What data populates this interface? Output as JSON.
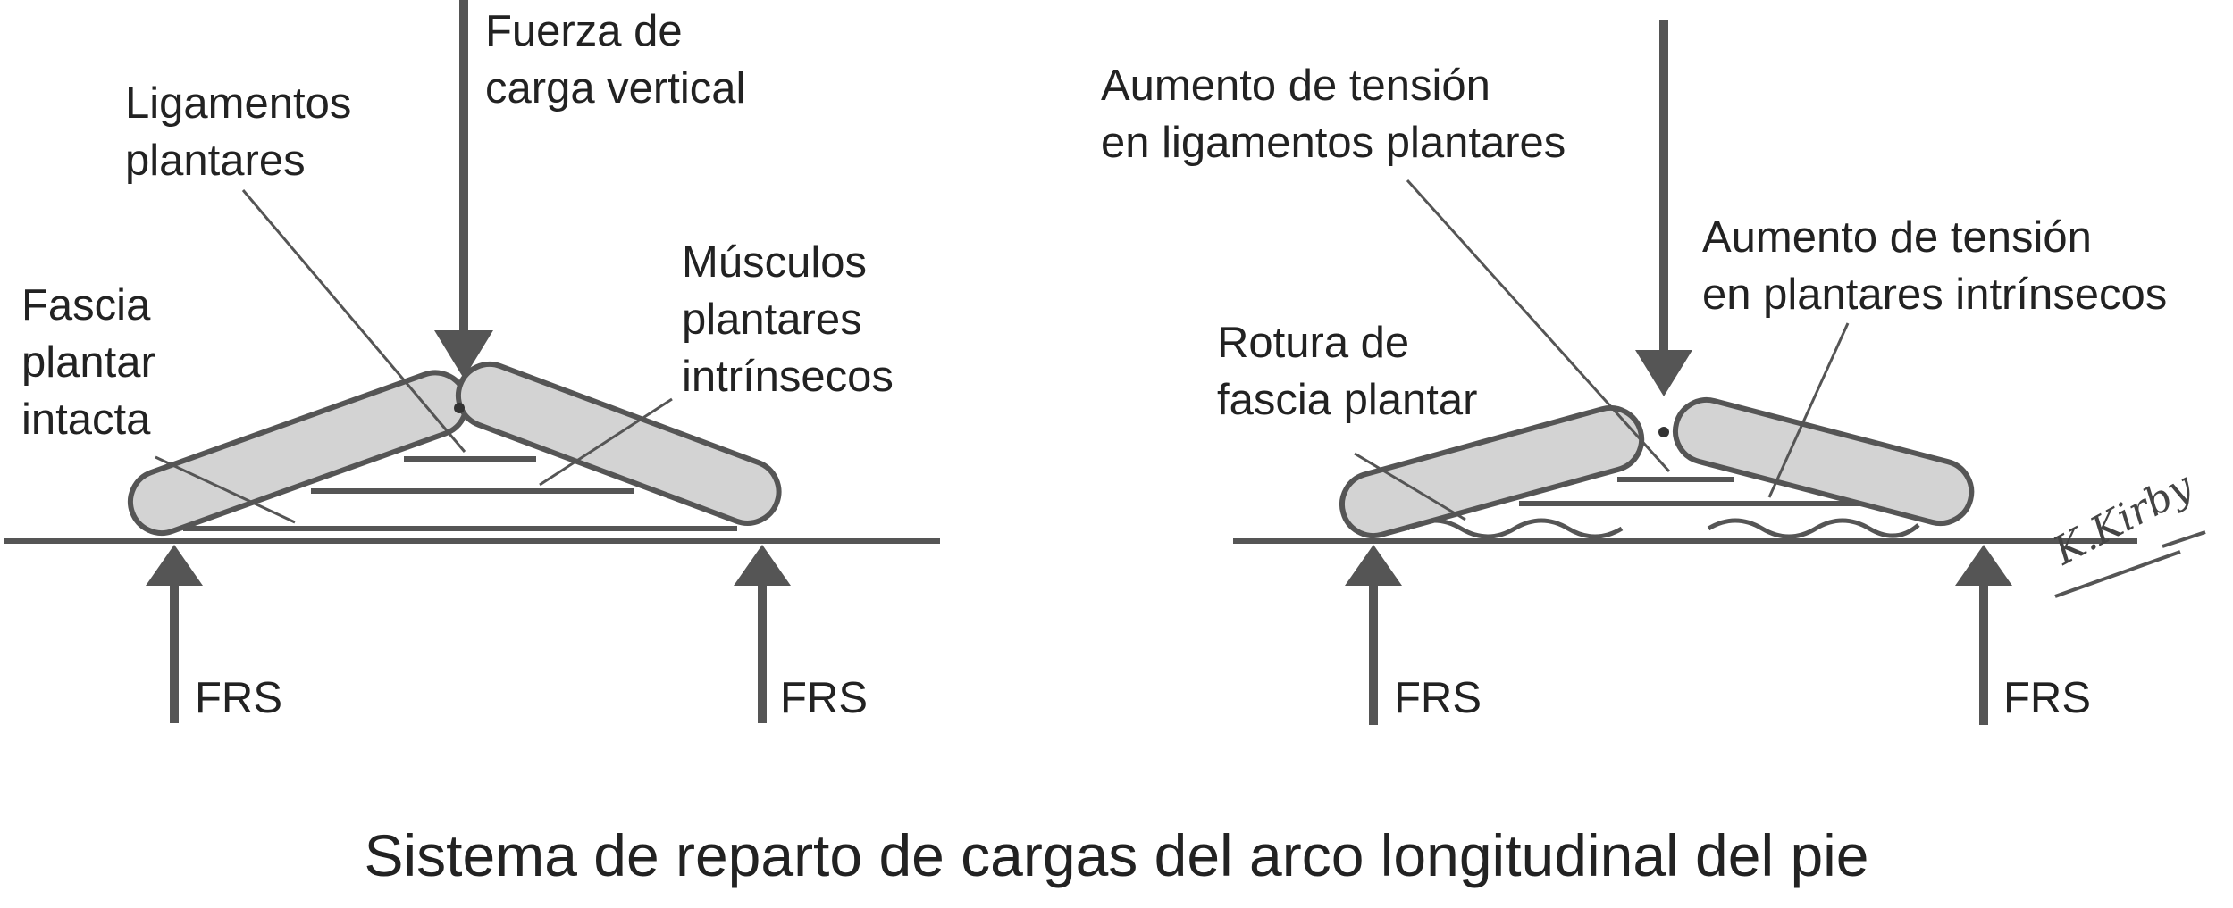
{
  "left_panel": {
    "load_label": [
      "Fuerza de",
      "carga vertical"
    ],
    "ligaments_label": [
      "Ligamentos",
      "plantares"
    ],
    "muscles_label": [
      "Músculos",
      "plantares",
      "intrínsecos"
    ],
    "fascia_label": [
      "Fascia",
      "plantar",
      "intacta"
    ],
    "frs_left": "FRS",
    "frs_right": "FRS"
  },
  "right_panel": {
    "ligaments_label": [
      "Aumento de tensión",
      "en ligamentos plantares"
    ],
    "muscles_label": [
      "Aumento de tensión",
      "en plantares intrínsecos"
    ],
    "fascia_label": [
      "Rotura de",
      "fascia plantar"
    ],
    "frs_left": "FRS",
    "frs_right": "FRS"
  },
  "signature": "K.Kirby",
  "caption": "Sistema de reparto de cargas del arco longitudinal del pie",
  "colors": {
    "ink": "#555555",
    "bone_fill": "#d3d3d3",
    "text": "#222222"
  }
}
